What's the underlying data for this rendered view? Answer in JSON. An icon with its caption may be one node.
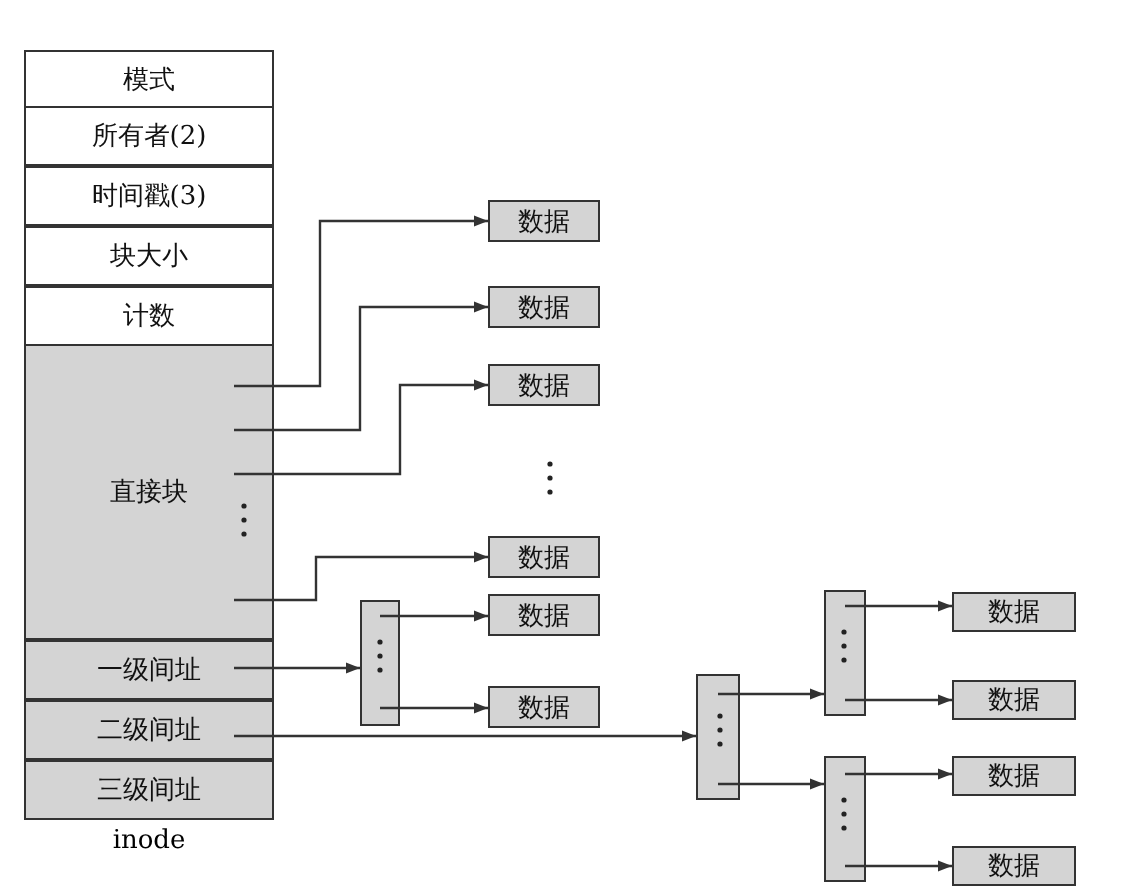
{
  "diagram": {
    "nodes": [
      {
        "text": [
          "inode"
        ]
      },
      {
        "text": [
          "模式"
        ],
        "in": 0
      },
      {
        "text": [
          "所有者(2)"
        ],
        "in": 0
      },
      {
        "text": [
          "时间戳(3)"
        ],
        "in": 0
      },
      {
        "text": [
          "块大小"
        ],
        "in": 0
      },
      {
        "text": [
          "计数"
        ],
        "in": 0
      },
      {
        "text": [
          "直接块"
        ],
        "in": 0
      },
      {
        "text": [
          "一级间址"
        ],
        "in": 0
      },
      {
        "text": [
          "二级间址"
        ],
        "in": 0
      },
      {
        "text": [
          "三级间址"
        ],
        "in": 0
      },
      {
        "text": [
          "数据"
        ]
      },
      {
        "text": [
          "数据"
        ]
      },
      {
        "text": [
          "数据"
        ]
      },
      {
        "text": [
          "数据"
        ]
      },
      {
        "text": [
          "数据"
        ]
      },
      {
        "text": [
          "数据"
        ]
      },
      {
        "text": [],
        "shape": "box"
      },
      {
        "text": [],
        "shape": "box"
      },
      {
        "text": [],
        "shape": "box"
      },
      {
        "text": [],
        "shape": "box"
      },
      {
        "text": [
          "数据"
        ]
      },
      {
        "text": [
          "数据"
        ]
      },
      {
        "text": [
          "数据"
        ]
      },
      {
        "text": [
          "数据"
        ]
      }
    ],
    "edges": [
      {
        "from": 6,
        "to": 10,
        "arrow": "to"
      },
      {
        "from": 6,
        "to": 11,
        "arrow": "to"
      },
      {
        "from": 6,
        "to": 12,
        "arrow": "to"
      },
      {
        "from": 6,
        "to": 13,
        "arrow": "to"
      },
      {
        "from": 7,
        "to": 16,
        "arrow": "to"
      },
      {
        "from": 16,
        "to": 14,
        "arrow": "to"
      },
      {
        "from": 16,
        "to": 15,
        "arrow": "to"
      },
      {
        "from": 8,
        "to": 17,
        "arrow": "to"
      },
      {
        "from": 17,
        "to": 18,
        "arrow": "to"
      },
      {
        "from": 17,
        "to": 19,
        "arrow": "to"
      },
      {
        "from": 18,
        "to": 20,
        "arrow": "to"
      },
      {
        "from": 18,
        "to": 21,
        "arrow": "to"
      },
      {
        "from": 19,
        "to": 22,
        "arrow": "to"
      },
      {
        "from": 19,
        "to": 23,
        "arrow": "to"
      }
    ]
  }
}
